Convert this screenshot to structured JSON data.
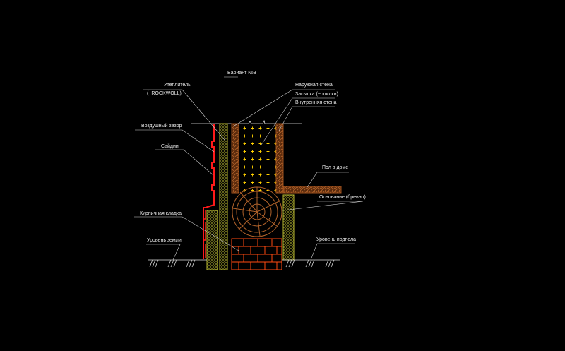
{
  "title": "Вариант №3",
  "labels": {
    "insulation": "Утеплитель",
    "insulation_note": "(~ROCKWOLL)",
    "air_gap": "Воздушный зазор",
    "siding": "Сайдинг",
    "brickwork": "Кирпичная кладка",
    "ground_level": "Уровень земли",
    "outer_wall": "Наружная стена",
    "backfill": "Засыпка (~опилки)",
    "inner_wall": "Внутренняя стена",
    "floor": "Пол в доме",
    "base_log": "Основание (бревно)",
    "basement_level": "Уровень подпола"
  },
  "colors": {
    "background": "#000000",
    "siding": "#ff1a1a",
    "insulation": "#b8b830",
    "wood": "#a0521e",
    "brick": "#ff4a10",
    "dots": "#ffd000",
    "leader": "#cfcfcf"
  }
}
